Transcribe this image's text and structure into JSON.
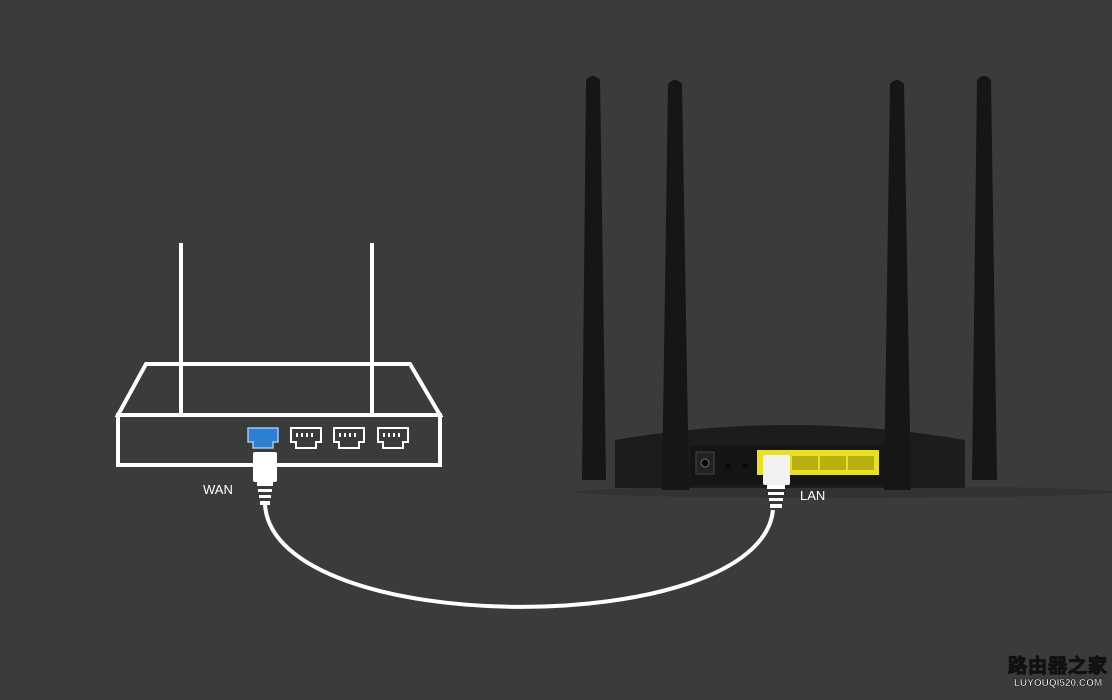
{
  "labels": {
    "wan": "WAN",
    "lan": "LAN"
  },
  "watermark": {
    "chinese": "路由器之家",
    "site": "LUYOUQI520.COM"
  },
  "colors": {
    "background": "#3b3b3b",
    "wan_port": "#2f7fd0",
    "lan_ports": "#e8e021",
    "line": "#ffffff",
    "router_body": "#1c1c1c"
  }
}
